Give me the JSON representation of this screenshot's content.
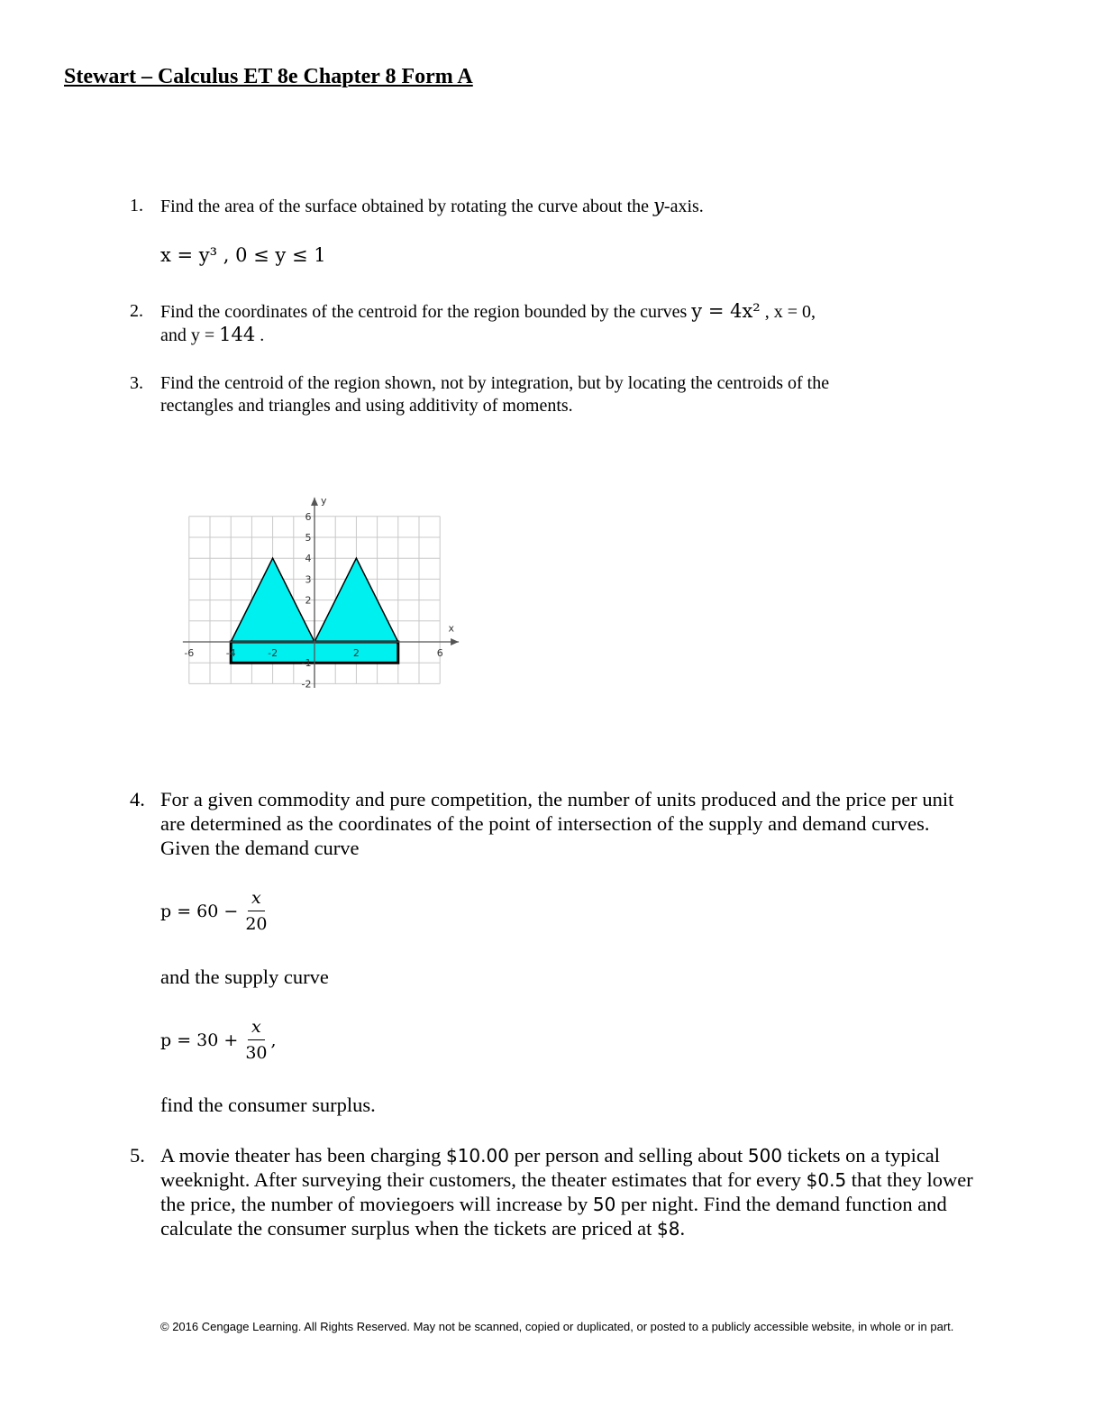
{
  "header": {
    "title": "Stewart – Calculus ET 8e Chapter 8 Form A"
  },
  "questions": [
    {
      "number": "1.",
      "text_a": "Find the area of the surface obtained by rotating the curve about the ",
      "var": "y",
      "text_b": "-axis.",
      "formula": "x = y³ , 0 ≤ y ≤ 1"
    },
    {
      "number": "2.",
      "text_a": "Find the coordinates of the centroid for the region bounded by the curves",
      "curve": "y = 4x²",
      "text_b": ", x = 0,",
      "line2_a": "and y =",
      "line2_val": "144",
      "line2_b": "."
    },
    {
      "number": "3.",
      "line1": "Find the centroid of the region shown, not by integration, but by locating the centroids of the",
      "line2": "rectangles and triangles and using additivity of moments."
    },
    {
      "number": "4.",
      "line1": "For a given commodity and pure competition, the number of units produced and the price per unit",
      "line2": "are determined as the coordinates of the point of intersection of the supply and demand curves.",
      "line3": "Given the demand curve",
      "demand_lhs": "p = 60 −",
      "demand_num": "x",
      "demand_den": "20",
      "middle": "and the supply curve",
      "supply_lhs": "p = 30 +",
      "supply_num": "x",
      "supply_den": "30",
      "supply_tail": ",",
      "closing": "find the consumer surplus."
    },
    {
      "number": "5.",
      "l1a": "A movie theater has been charging ",
      "l1b": "$10.00",
      "l1c": " per person and selling about ",
      "l1d": "500",
      "l1e": " tickets on a typical",
      "l2a": "weeknight. After surveying their customers, the theater estimates that for every ",
      "l2b": "$0.5",
      "l2c": " that they lower",
      "l3a": "the price, the number of moviegoers will increase by ",
      "l3b": "50",
      "l3c": " per night. Find the demand function and",
      "l4a": "calculate the consumer surplus when the tickets are priced at ",
      "l4b": "$8",
      "l4c": "."
    }
  ],
  "figure": {
    "x_label": "x",
    "y_label": "y",
    "x_ticks": [
      "-6",
      "-4",
      "-2",
      "2",
      "6"
    ],
    "y_ticks": [
      "6",
      "5",
      "4",
      "3",
      "2",
      "-1",
      "-2"
    ],
    "fill_color": "#00f0f0",
    "region_vertices": [
      [
        -4,
        0
      ],
      [
        -2,
        4
      ],
      [
        0,
        0
      ],
      [
        2,
        4
      ],
      [
        4,
        0
      ],
      [
        4,
        -1
      ],
      [
        -4,
        -1
      ]
    ]
  },
  "footer": {
    "copyright": "© 2016 Cengage Learning. All Rights Reserved. May not be scanned, copied or duplicated, or posted to a publicly accessible website, in whole or in part."
  }
}
